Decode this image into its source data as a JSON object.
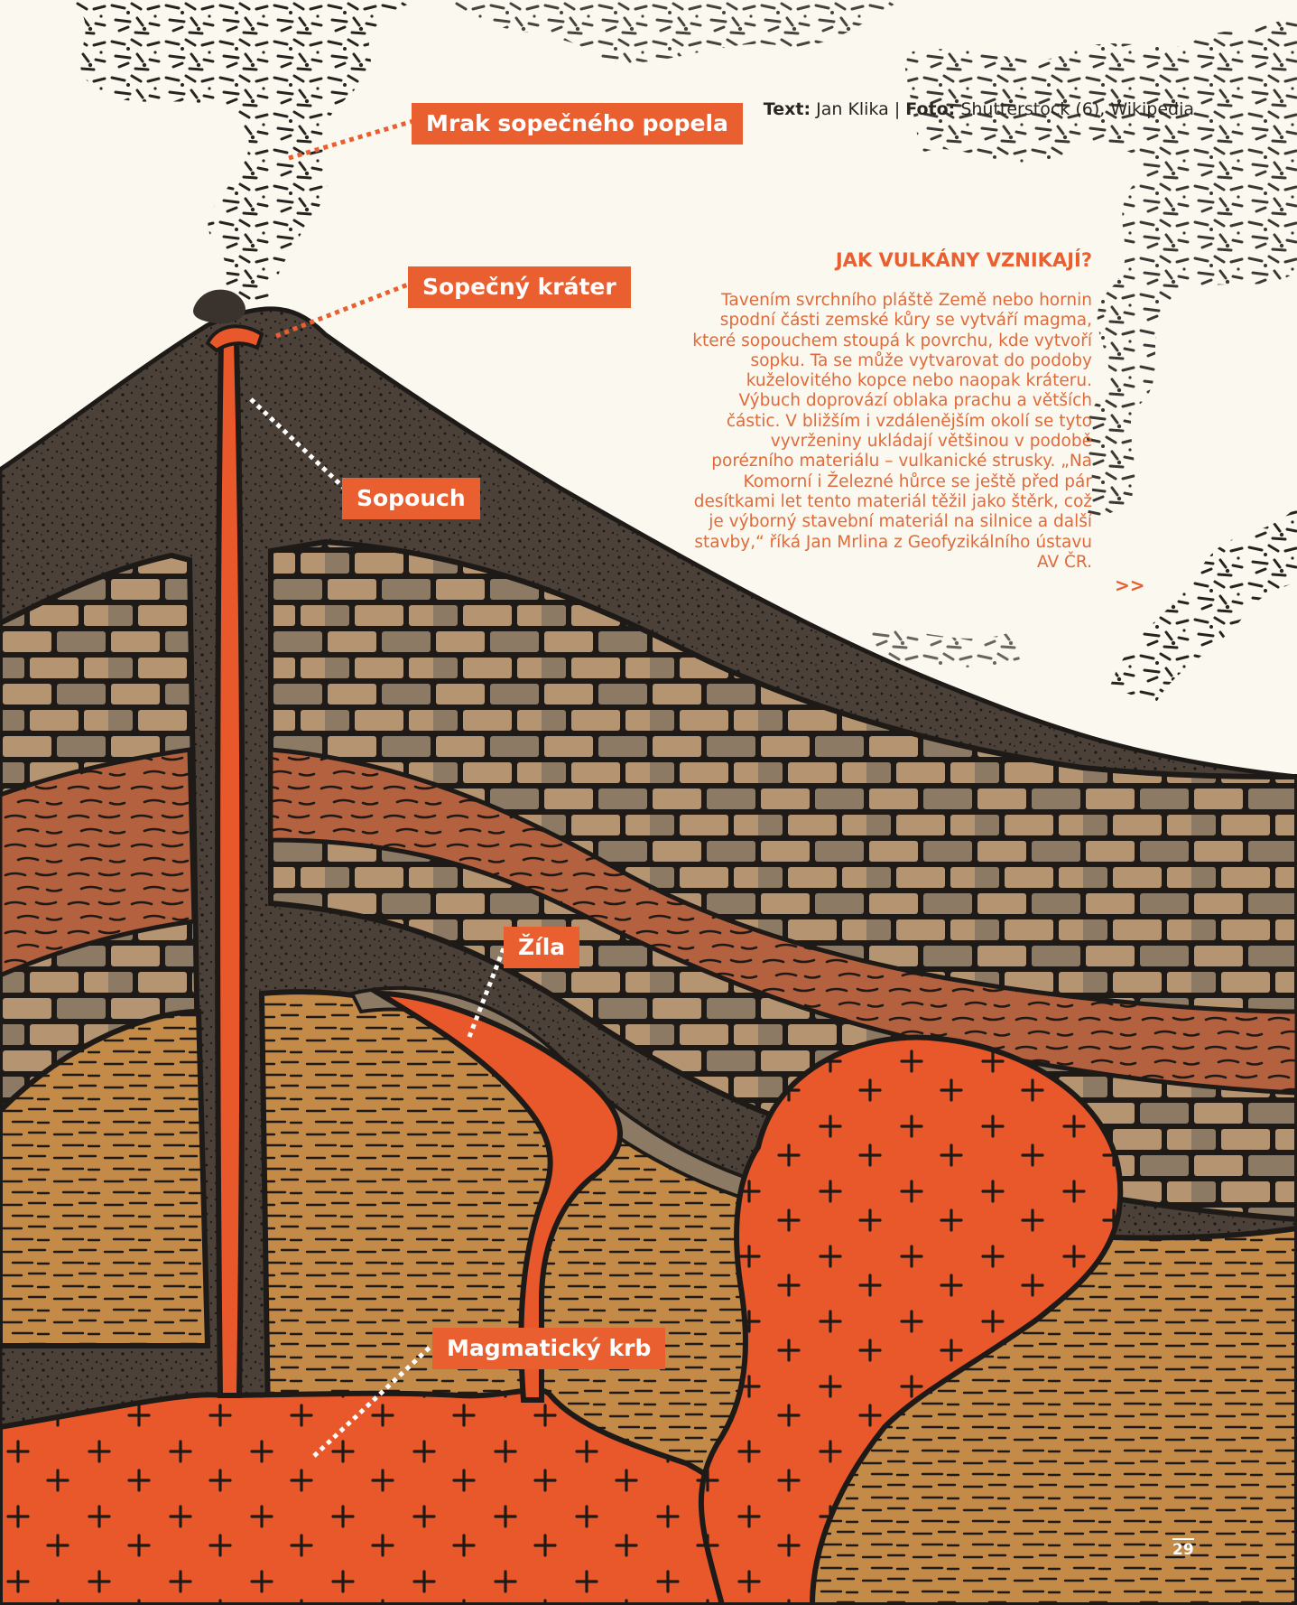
{
  "credits": {
    "text_label": "Text:",
    "text_author": "Jan Klika",
    "separator": "|",
    "photo_label": "Foto:",
    "photo_source": "Shutterstock (6), Wikipedia"
  },
  "labels": {
    "ash_cloud": "Mrak sopečného popela",
    "crater": "Sopečný kráter",
    "vent": "Sopouch",
    "vein": "Žíla",
    "magma_chamber": "Magmatický krb"
  },
  "info": {
    "title": "JAK VULKÁNY VZNIKAJÍ?",
    "body": "Tavením svrchního pláště Země nebo hornin spodní části zemské kůry se vytváří magma, které sopouchem stoupá k povrchu, kde vytvoří sopku. Ta se může vytvarovat do podoby kuželovitého kopce nebo naopak kráteru. Výbuch doprovází oblaka prachu a větších částic. V bližším i vzdálenějším okolí se tyto vyvrženiny ukládají většinou v podobě porézního materiálu – vulkanické strusky. „Na Komorní i Železné hůrce se ještě před pár desítkami let tento materiál těžil jako štěrk, což je výborný stavební materiál na silnice a další stavby,“ říká Jan Mrlina z Geofyzikálního ústavu AV ČR.",
    "more": ">>"
  },
  "page_number": "29",
  "colors": {
    "accent": "#e95f30",
    "magma": "#e8582b",
    "cone": "#4b4138",
    "brick_light": "#b59571",
    "brick_dark": "#8d7a64",
    "red_layer": "#b4613f",
    "sand_layer": "#c48a48",
    "outline": "#1e1a17",
    "paper": "#fbf8ef"
  }
}
